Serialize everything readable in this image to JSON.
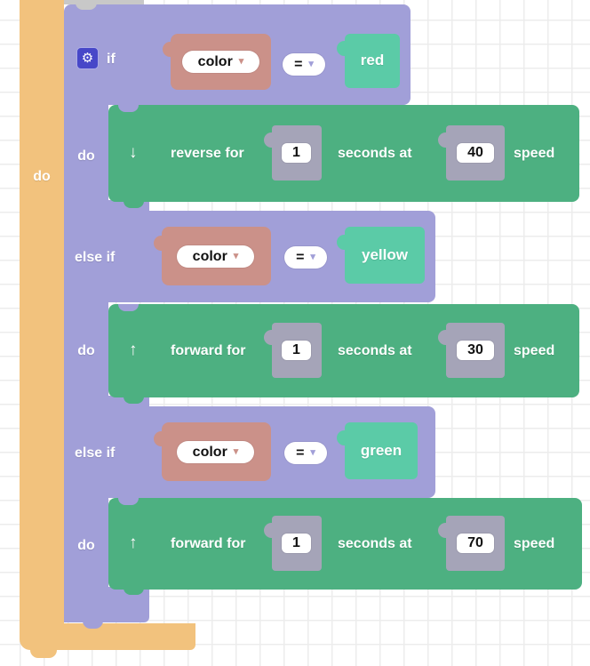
{
  "colors": {
    "wrapper_orange": "#f2c27d",
    "if_purple": "#a19fd8",
    "action_green": "#4db081",
    "variable_salmon": "#cb9189",
    "value_teal": "#5bcba7",
    "number_holder_gray": "#a5a4b8",
    "gear_indigo": "#4747c8",
    "grid_line": "#ececec"
  },
  "icons": {
    "gear": "⚙",
    "dropdown_arrow": "▾"
  },
  "outer_block": {
    "label": "do"
  },
  "conditional": {
    "clauses": [
      {
        "keyword": "if",
        "condition": {
          "variable": "color",
          "operator": "=",
          "value": "red"
        },
        "branch_label": "do",
        "action": {
          "arrow": "↓",
          "verb": "reverse for",
          "duration": "1",
          "connector": "seconds at",
          "speed": "40",
          "unit": "speed"
        }
      },
      {
        "keyword": "else if",
        "condition": {
          "variable": "color",
          "operator": "=",
          "value": "yellow"
        },
        "branch_label": "do",
        "action": {
          "arrow": "↑",
          "verb": "forward for",
          "duration": "1",
          "connector": "seconds at",
          "speed": "30",
          "unit": "speed"
        }
      },
      {
        "keyword": "else if",
        "condition": {
          "variable": "color",
          "operator": "=",
          "value": "green"
        },
        "branch_label": "do",
        "action": {
          "arrow": "↑",
          "verb": "forward for",
          "duration": "1",
          "connector": "seconds at",
          "speed": "70",
          "unit": "speed"
        }
      }
    ]
  }
}
